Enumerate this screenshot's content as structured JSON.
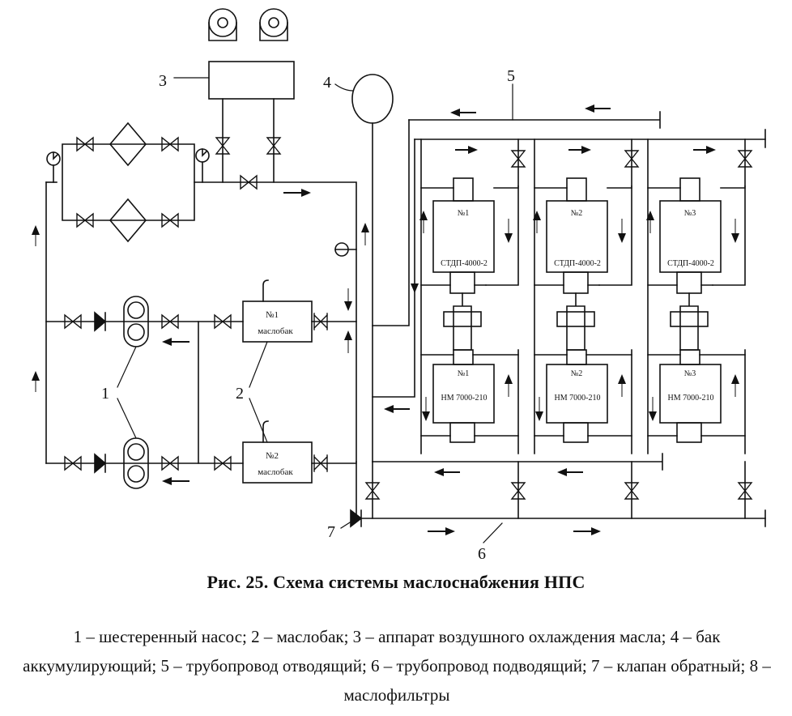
{
  "diagram": {
    "callouts": {
      "pump": "1",
      "tank": "2",
      "cooler": "3",
      "accumulator": "4",
      "discharge_pipe": "5",
      "supply_pipe": "6",
      "check_valve": "7"
    },
    "oil_tanks": [
      {
        "number": "№1",
        "name": "маслобак"
      },
      {
        "number": "№2",
        "name": "маслобак"
      }
    ],
    "motors": [
      {
        "number": "№1",
        "model": "СТДП-4000-2"
      },
      {
        "number": "№2",
        "model": "СТДП-4000-2"
      },
      {
        "number": "№3",
        "model": "СТДП-4000-2"
      }
    ],
    "pumps": [
      {
        "number": "№1",
        "model": "НМ  7000-210"
      },
      {
        "number": "№2",
        "model": "НМ  7000-210"
      },
      {
        "number": "№3",
        "model": "НМ  7000-210"
      }
    ]
  },
  "caption": {
    "title": "Рис. 25. Схема системы маслоснабжения НПС",
    "legend": "1 – шестеренный насос; 2 – маслобак; 3 – аппарат воздушного охлаждения масла; 4 – бак аккумулирующий; 5 – трубопровод отводящий; 6 – трубопровод подводящий; 7 – клапан обратный; 8 – маслофильтры"
  }
}
